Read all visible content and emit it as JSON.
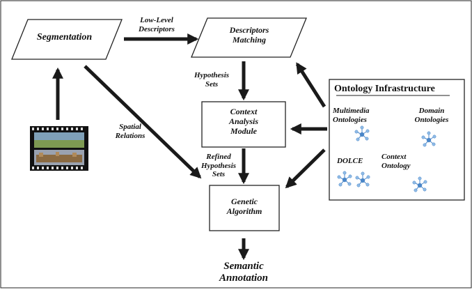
{
  "nodes": {
    "segmentation": "Segmentation",
    "descriptors_matching": "Descriptors\nMatching",
    "context_module": "Context\nAnalysis\nModule",
    "genetic_algorithm": "Genetic\nAlgorithm",
    "semantic_annotation": "Semantic\nAnnotation"
  },
  "edge_labels": {
    "low_level": "Low-Level\nDescriptors",
    "hypothesis_sets": "Hypothesis\nSets",
    "spatial_relations": "Spatial\nRelations",
    "refined_hypothesis": "Refined\nHypothesis\nSets"
  },
  "ontology": {
    "title": "Ontology Infrastructure",
    "multimedia": "Multimedia\nOntologies",
    "domain": "Domain\nOntologies",
    "dolce": "DOLCE",
    "context": "Context\nOntology"
  },
  "colors": {
    "line": "#222222",
    "arrow": "#1a1a1a",
    "icon": "#4a86c8",
    "icon_light": "#8fbbe6"
  }
}
